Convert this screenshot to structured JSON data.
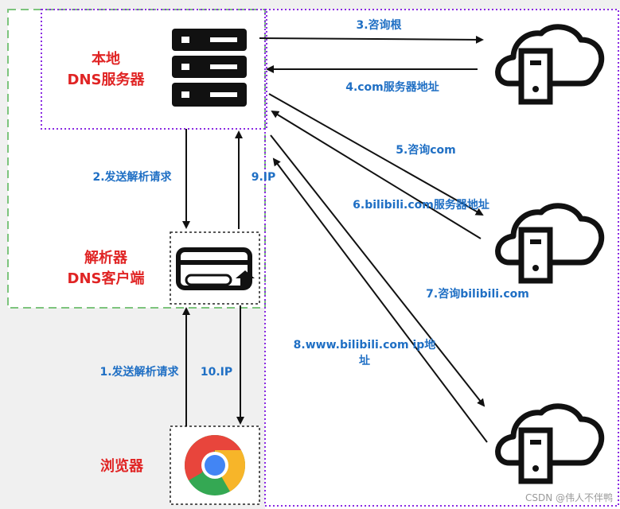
{
  "nodes": {
    "local_dns": {
      "line1": "本地",
      "line2": "DNS服务器"
    },
    "resolver": {
      "line1": "解析器",
      "line2": "DNS客户端"
    },
    "browser": {
      "line1": "浏览器"
    }
  },
  "edges": {
    "e1": "1.发送解析请求",
    "e2": "2.发送解析请求",
    "e3": "3.咨询根",
    "e4": "4.com服务器地址",
    "e5": "5.咨询com",
    "e6": "6.bilibili.com服务器地址",
    "e7": "7.咨询bilibili.com",
    "e8_line1": "8.www.bilibili.com ip地",
    "e8_line2": "址",
    "e9": "9.IP",
    "e10": "10.IP"
  },
  "watermark": "CSDN @伟人不伴鸭",
  "colors": {
    "label_blue": "#1f6fc4",
    "label_red": "#e02424",
    "green_dash": "#7dc47d",
    "purple_dot": "#8a2be2",
    "chrome_red": "#e8453c",
    "chrome_yellow": "#f7b529",
    "chrome_green": "#34a853",
    "chrome_blue": "#4285f4"
  }
}
